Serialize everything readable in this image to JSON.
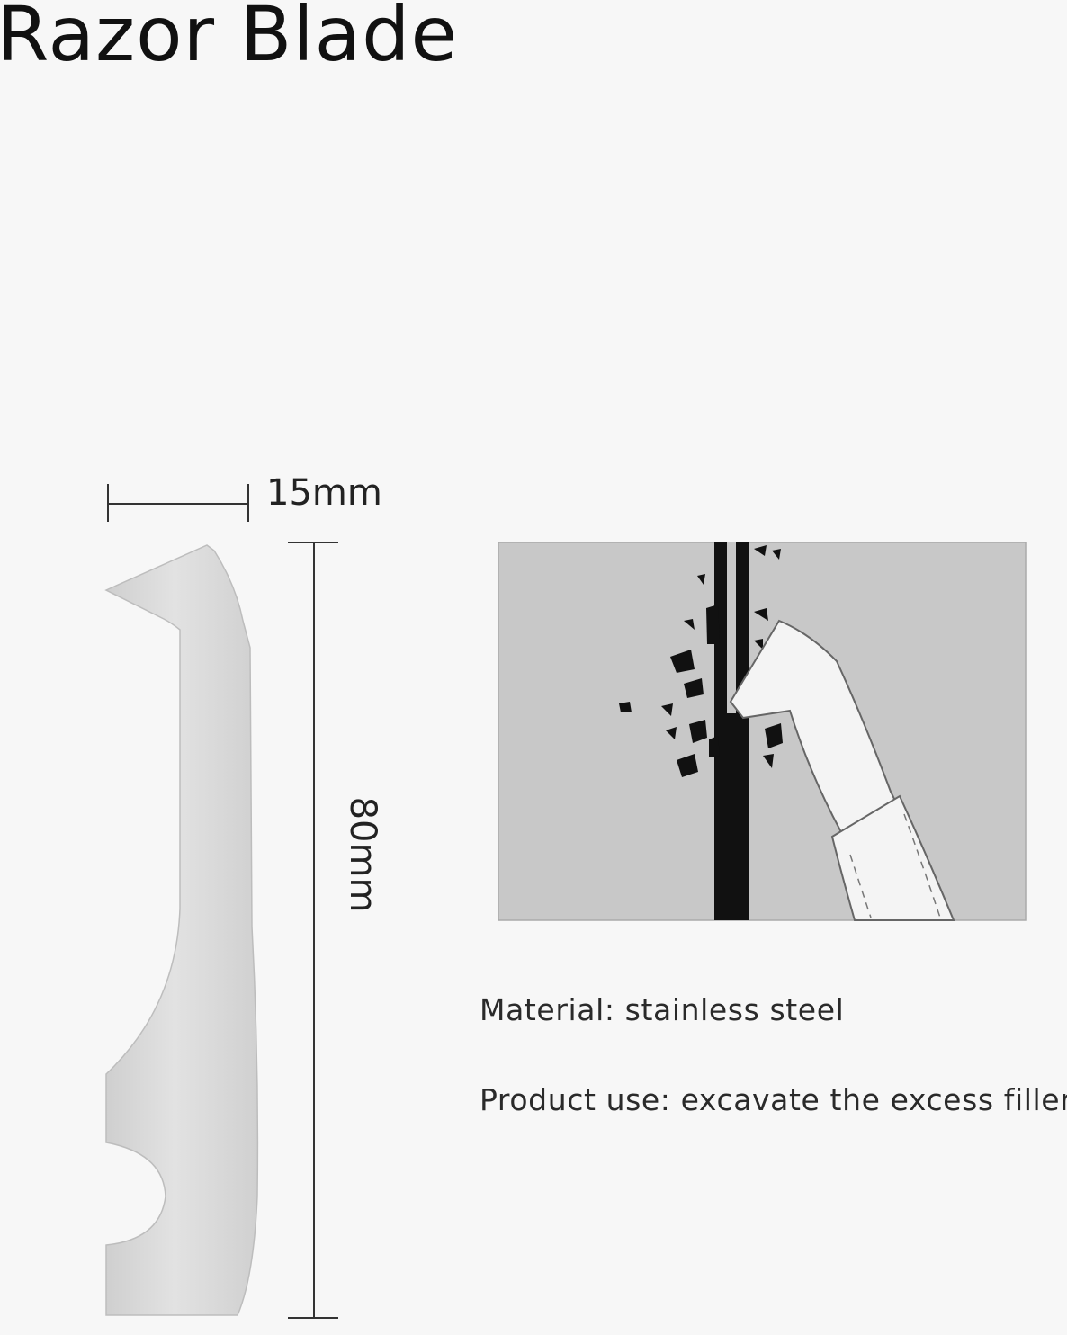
{
  "title": "Razor Blade",
  "dimensions": {
    "width_label": "15mm",
    "height_label": "80mm"
  },
  "specs": {
    "material": "Material: stainless steel",
    "use": "Product use: excavate the excess filler"
  },
  "colors": {
    "background": "#f7f7f7",
    "blade": "#d9d9d9",
    "illustration_bg": "#c8c8c8",
    "joint": "#111111"
  }
}
